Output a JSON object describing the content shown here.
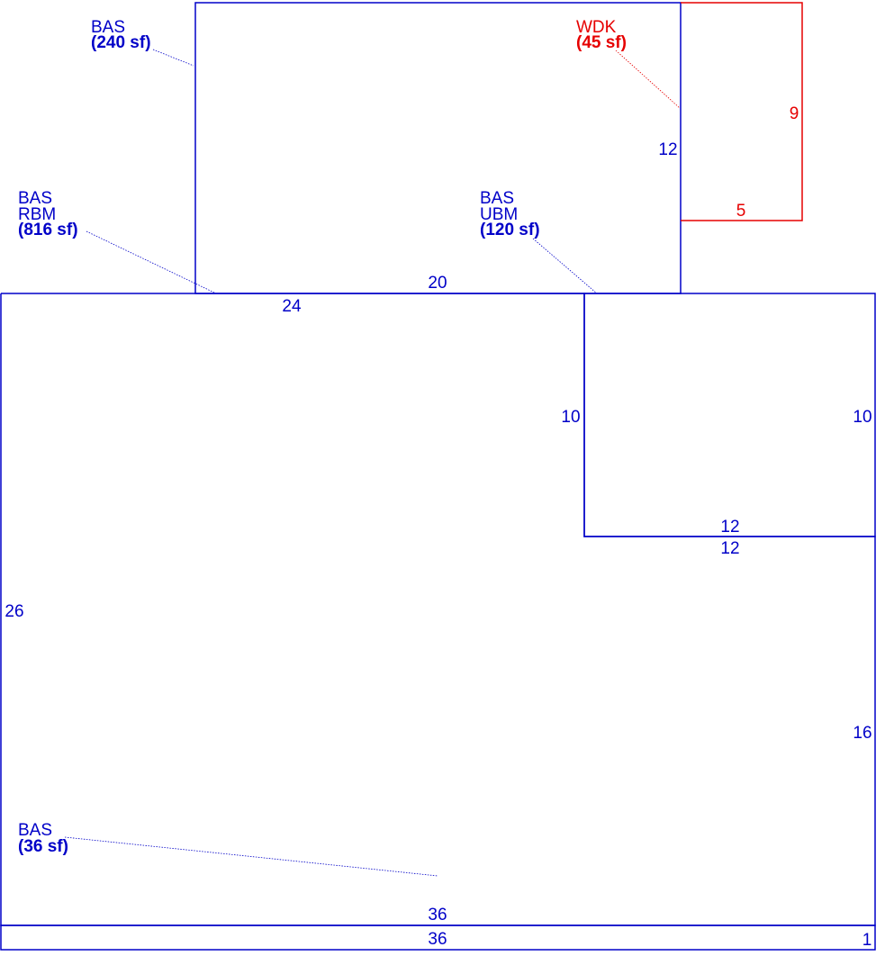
{
  "colors": {
    "primary": "#0000c8",
    "deck": "#e60000"
  },
  "areas": [
    {
      "id": "bas-240",
      "lines": [
        "BAS",
        "(240 sf)"
      ],
      "color": "primary",
      "dimensions": [
        "12",
        "20"
      ]
    },
    {
      "id": "wdk-45",
      "lines": [
        "WDK",
        "(45 sf)"
      ],
      "color": "deck",
      "dimensions": [
        "9",
        "5"
      ]
    },
    {
      "id": "bas-rbm-816",
      "lines": [
        "BAS",
        "RBM",
        "(816 sf)"
      ],
      "color": "primary",
      "dimensions": [
        "24",
        "26",
        "16",
        "12",
        "36"
      ]
    },
    {
      "id": "bas-ubm-120",
      "lines": [
        "BAS",
        "UBM",
        "(120 sf)"
      ],
      "color": "primary",
      "dimensions": [
        "10",
        "10",
        "12"
      ]
    },
    {
      "id": "bas-36",
      "lines": [
        "BAS",
        "(36 sf)"
      ],
      "color": "primary",
      "dimensions": [
        "36",
        "1"
      ]
    }
  ]
}
